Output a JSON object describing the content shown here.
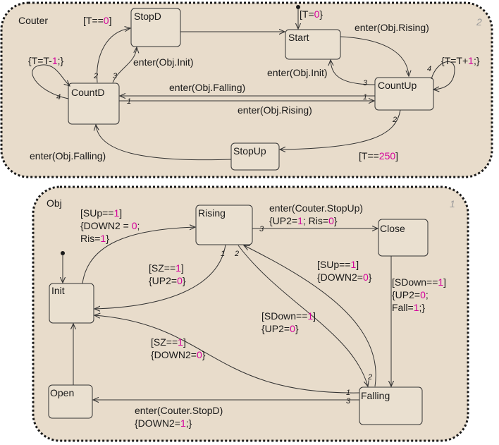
{
  "colors": {
    "chart_fill": "#e8dccb",
    "chart_border": "#1a1a1a",
    "state_fill": "#eae0d0",
    "number_highlight": "#d4009a",
    "superstate_number": "#9a9a9a"
  },
  "couter": {
    "name": "Couter",
    "number": "2",
    "states": {
      "stopd": "StopD",
      "start": "Start",
      "countd": "CountD",
      "countup": "CountUp",
      "stopup": "StopUp"
    },
    "labels": {
      "t_eq_0_a": "[T==0]",
      "t_eq_0_b": "[T=0}",
      "enter_rising_top": "enter(Obj.Rising)",
      "t_minus": "{T=T-1;}",
      "t_plus": "{T=T+1;}",
      "enter_init_a": "enter(Obj.Init)",
      "enter_init_b": "enter(Obj.Init)",
      "enter_falling_mid": "enter(Obj.Falling)",
      "enter_rising_mid": "enter(Obj.Rising)",
      "enter_falling_bottom": "enter(Obj.Falling)",
      "t_eq_250": "[T==250]"
    },
    "orders": [
      "2",
      "3",
      "4",
      "1",
      "1",
      "3",
      "4",
      "2"
    ]
  },
  "obj": {
    "name": "Obj",
    "number": "1",
    "states": {
      "rising": "Rising",
      "close": "Close",
      "init": "Init",
      "open": "Open",
      "falling": "Falling"
    },
    "labels": {
      "init_rising_1": "[SUp==1]",
      "init_rising_2": "{DOWN2 = 0;",
      "init_rising_3": "Ris=1}",
      "rising_close_1": "enter(Couter.StopUp)",
      "rising_close_2": "{UP2=1; Ris=0}",
      "rising_init_1": "[SZ==1]",
      "rising_init_2": "{UP2=0}",
      "falling_rising_a1": "[SUp==1]",
      "falling_rising_a2": "{DOWN2=0}",
      "rising_falling_1": "[SDown==1]",
      "rising_falling_2": "{UP2=0}",
      "close_falling_1": "[SDown==1]",
      "close_falling_2": "{UP2=0;",
      "close_falling_3": "Fall=1;}",
      "falling_init_1": "[SZ==1]",
      "falling_init_2": "{DOWN2=0}",
      "falling_open_1": "enter(Couter.StopD)",
      "falling_open_2": "{DOWN2=1;}"
    },
    "orders": [
      "3",
      "1",
      "2",
      "2",
      "1",
      "3"
    ]
  }
}
